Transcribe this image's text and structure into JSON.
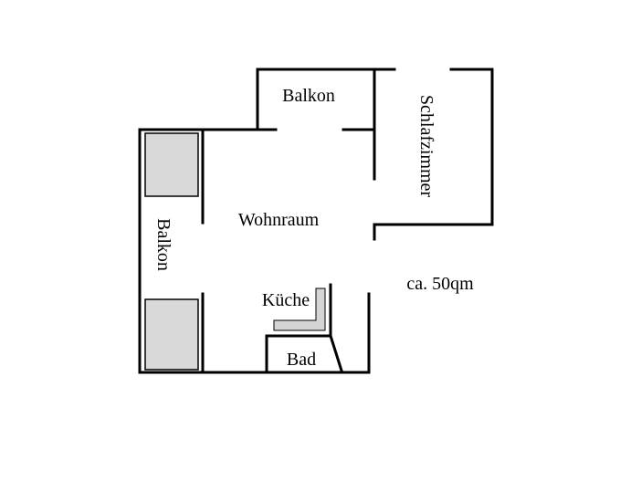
{
  "rooms": {
    "balkon_top": "Balkon",
    "schlafzimmer": "Schlafzimmer",
    "wohnraum": "Wohnraum",
    "balkon_left": "Balkon",
    "kueche": "Küche",
    "bad": "Bad"
  },
  "area": "ca. 50qm",
  "colors": {
    "wall": "#000000",
    "window_fill": "#d9d9d9",
    "counter_fill": "#d4d4d4",
    "background": "#ffffff"
  }
}
